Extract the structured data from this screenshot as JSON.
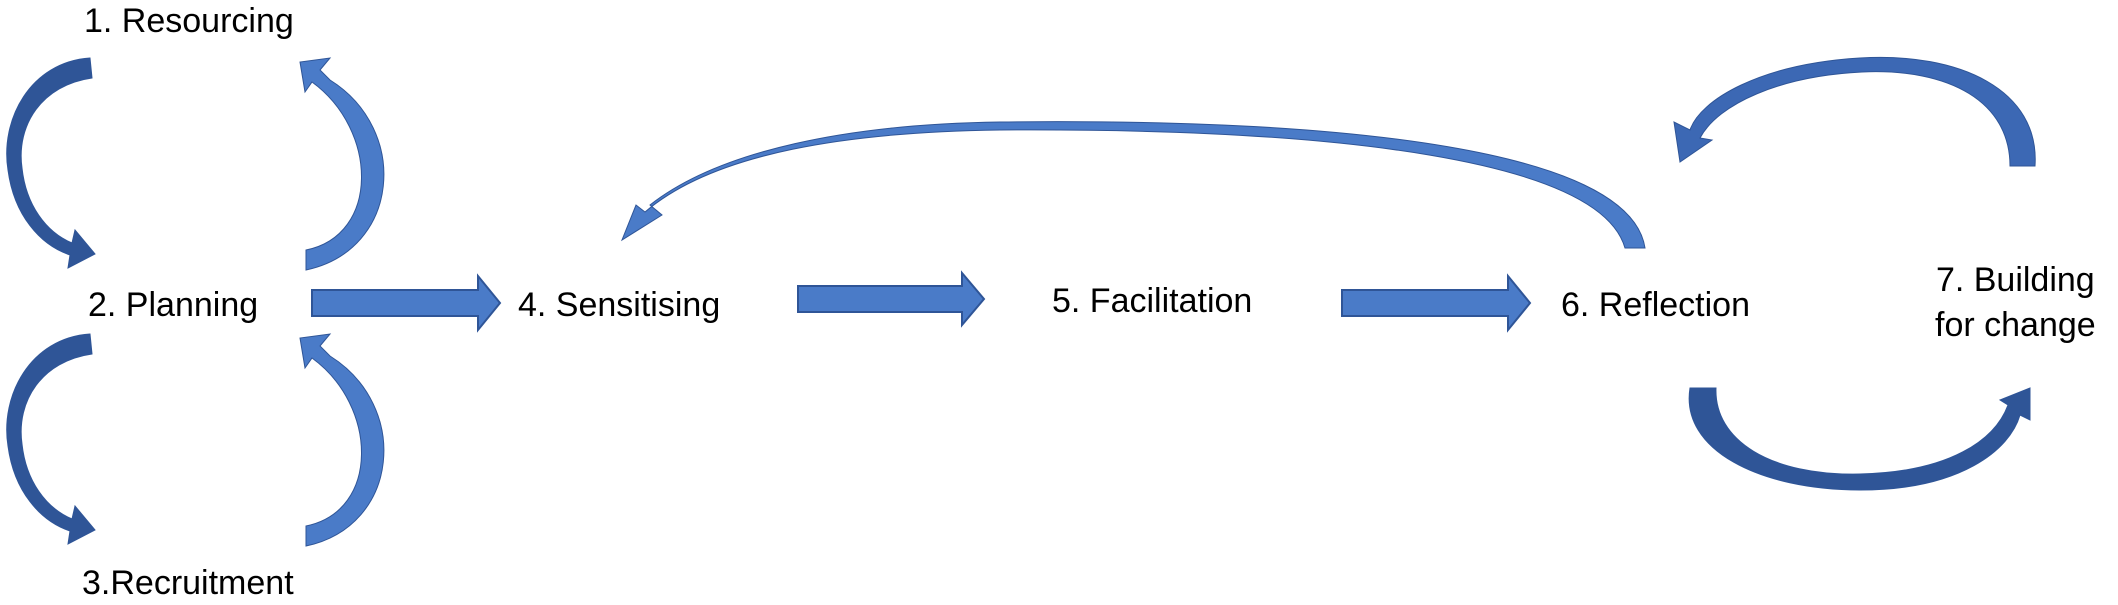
{
  "stages": {
    "resourcing": "1. Resourcing",
    "planning": "2. Planning",
    "recruitment": "3.Recruitment",
    "sensitising": "4. Sensitising",
    "facilitation": "5. Facilitation",
    "reflection": "6. Reflection",
    "building_line1": "7. Building",
    "building_line2": "for change"
  },
  "colors": {
    "arrow_light": "#4A7BC8",
    "arrow_dark": "#2F5597",
    "text": "#000000"
  }
}
